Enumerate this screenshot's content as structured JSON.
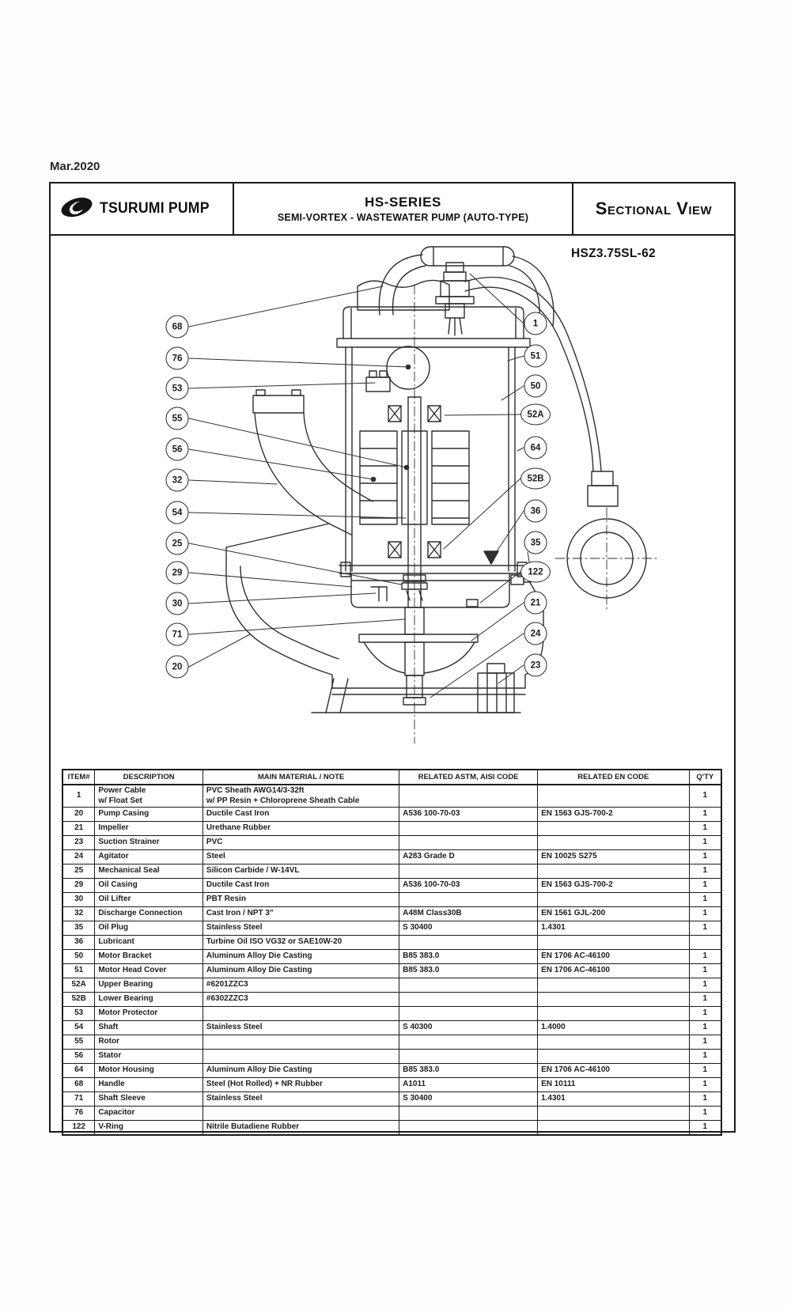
{
  "page": {
    "date": "Mar.2020"
  },
  "title_block": {
    "brand": "TSURUMI PUMP",
    "series": "HS-SERIES",
    "subtitle": "SEMI-VORTEX - WASTEWATER PUMP (AUTO-TYPE)",
    "view_label": "Sectional View"
  },
  "drawing": {
    "model": "HSZ3.75SL-62",
    "callouts_left": [
      "68",
      "76",
      "53",
      "55",
      "56",
      "32",
      "54",
      "25",
      "29",
      "30",
      "71",
      "20"
    ],
    "callouts_right": [
      "1",
      "51",
      "50",
      "52A",
      "64",
      "52B",
      "36",
      "35",
      "122",
      "21",
      "24",
      "23"
    ]
  },
  "table": {
    "columns": [
      "ITEM#",
      "DESCRIPTION",
      "MAIN MATERIAL / NOTE",
      "RELATED ASTM, AISI CODE",
      "RELATED EN CODE",
      "Q'TY"
    ],
    "rows": [
      [
        "1",
        "Power Cable\nw/ Float Set",
        "PVC Sheath AWG14/3-32ft\nw/ PP Resin + Chloroprene Sheath Cable",
        "",
        "",
        "1"
      ],
      [
        "20",
        "Pump Casing",
        "Ductile Cast Iron",
        "A536 100-70-03",
        "EN 1563 GJS-700-2",
        "1"
      ],
      [
        "21",
        "Impeller",
        "Urethane Rubber",
        "",
        "",
        "1"
      ],
      [
        "23",
        "Suction Strainer",
        "PVC",
        "",
        "",
        "1"
      ],
      [
        "24",
        "Agitator",
        "Steel",
        "A283 Grade D",
        "EN 10025 S275",
        "1"
      ],
      [
        "25",
        "Mechanical Seal",
        "Silicon Carbide / W-14VL",
        "",
        "",
        "1"
      ],
      [
        "29",
        "Oil Casing",
        "Ductile Cast Iron",
        "A536 100-70-03",
        "EN 1563 GJS-700-2",
        "1"
      ],
      [
        "30",
        "Oil Lifter",
        "PBT Resin",
        "",
        "",
        "1"
      ],
      [
        "32",
        "Discharge Connection",
        "Cast Iron / NPT 3\"",
        "A48M Class30B",
        "EN 1561 GJL-200",
        "1"
      ],
      [
        "35",
        "Oil Plug",
        "Stainless Steel",
        "S 30400",
        "1.4301",
        "1"
      ],
      [
        "36",
        "Lubricant",
        "Turbine Oil ISO VG32 or SAE10W-20",
        "",
        "",
        ""
      ],
      [
        "50",
        "Motor Bracket",
        "Aluminum Alloy Die Casting",
        "B85 383.0",
        "EN 1706 AC-46100",
        "1"
      ],
      [
        "51",
        "Motor Head Cover",
        "Aluminum Alloy Die Casting",
        "B85 383.0",
        "EN 1706 AC-46100",
        "1"
      ],
      [
        "52A",
        "Upper Bearing",
        "#6201ZZC3",
        "",
        "",
        "1"
      ],
      [
        "52B",
        "Lower Bearing",
        "#6302ZZC3",
        "",
        "",
        "1"
      ],
      [
        "53",
        "Motor Protector",
        "",
        "",
        "",
        "1"
      ],
      [
        "54",
        "Shaft",
        "Stainless Steel",
        "S 40300",
        "1.4000",
        "1"
      ],
      [
        "55",
        "Rotor",
        "",
        "",
        "",
        "1"
      ],
      [
        "56",
        "Stator",
        "",
        "",
        "",
        "1"
      ],
      [
        "64",
        "Motor Housing",
        "Aluminum Alloy Die Casting",
        "B85 383.0",
        "EN 1706 AC-46100",
        "1"
      ],
      [
        "68",
        "Handle",
        "Steel (Hot Rolled) + NR Rubber",
        "A1011",
        "EN 10111",
        "1"
      ],
      [
        "71",
        "Shaft Sleeve",
        "Stainless Steel",
        "S 30400",
        "1.4301",
        "1"
      ],
      [
        "76",
        "Capacitor",
        "",
        "",
        "",
        "1"
      ],
      [
        "122",
        "V-Ring",
        "Nitrile Butadiene Rubber",
        "",
        "",
        "1"
      ]
    ]
  }
}
